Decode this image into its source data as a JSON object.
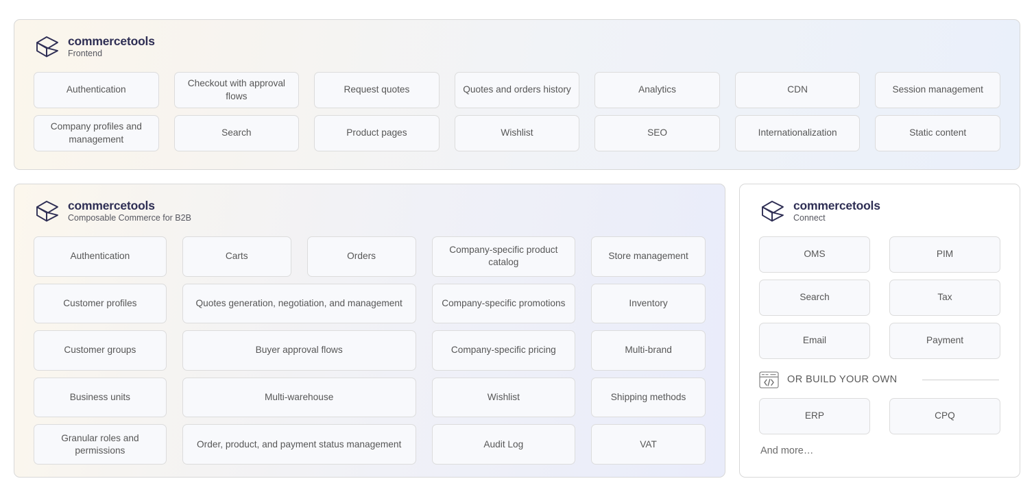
{
  "frontend": {
    "brand_name": "commercetools",
    "brand_sub": "Frontend",
    "logo_icon": "commercetools-cube-logo",
    "tiles": [
      "Authentication",
      "Checkout with approval flows",
      "Request quotes",
      "Quotes and orders history",
      "Analytics",
      "CDN",
      "Session management",
      "Company profiles and management",
      "Search",
      "Product pages",
      "Wishlist",
      "SEO",
      "Internationalization",
      "Static content"
    ]
  },
  "b2b": {
    "brand_name": "commercetools",
    "brand_sub": "Composable Commerce for B2B",
    "logo_icon": "commercetools-cube-logo",
    "tiles": [
      {
        "label": "Authentication",
        "span": 1
      },
      {
        "label": "Carts",
        "span": 1
      },
      {
        "label": "Orders",
        "span": 1
      },
      {
        "label": "Company-specific product catalog",
        "span": 1
      },
      {
        "label": "Store management",
        "span": 1
      },
      {
        "label": "Customer profiles",
        "span": 1
      },
      {
        "label": "Quotes generation, negotiation, and management",
        "span": 2
      },
      {
        "label": "Company-specific promotions",
        "span": 1
      },
      {
        "label": "Inventory",
        "span": 1
      },
      {
        "label": "Customer groups",
        "span": 1
      },
      {
        "label": "Buyer approval flows",
        "span": 2
      },
      {
        "label": "Company-specific pricing",
        "span": 1
      },
      {
        "label": "Multi-brand",
        "span": 1
      },
      {
        "label": "Business units",
        "span": 1
      },
      {
        "label": "Multi-warehouse",
        "span": 2
      },
      {
        "label": "Wishlist",
        "span": 1
      },
      {
        "label": "Shipping methods",
        "span": 1
      },
      {
        "label": "Granular roles and permissions",
        "span": 1
      },
      {
        "label": "Order, product, and payment status management",
        "span": 2
      },
      {
        "label": "Audit Log",
        "span": 1
      },
      {
        "label": "VAT",
        "span": 1
      }
    ]
  },
  "connect": {
    "brand_name": "commercetools",
    "brand_sub": "Connect",
    "logo_icon": "commercetools-cube-logo",
    "tiles_top": [
      "OMS",
      "PIM",
      "Search",
      "Tax",
      "Email",
      "Payment"
    ],
    "build_icon": "code-window-icon",
    "build_label": "OR BUILD YOUR OWN",
    "tiles_custom": [
      "ERP",
      "CPQ"
    ],
    "and_more": "And more…"
  },
  "colors": {
    "brand_navy": "#2e2e54",
    "tile_bg": "#f8f9fc",
    "tile_border": "#dcdcdc",
    "tile_text": "#565656",
    "panel_border": "#d8d8d8",
    "gradient_left": "#fbf6ec",
    "gradient_right": "#eaf0fa"
  }
}
